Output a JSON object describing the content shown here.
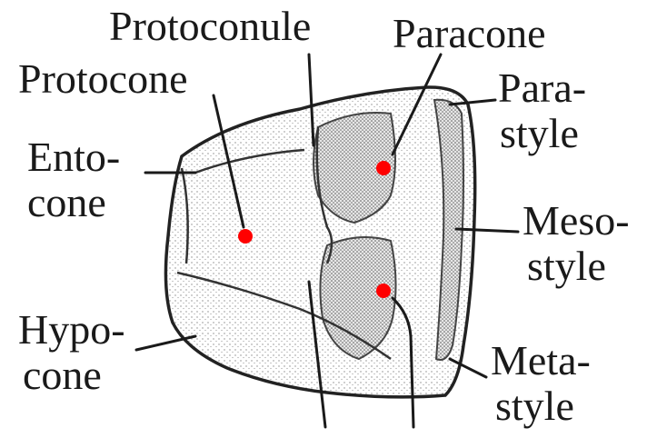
{
  "labels": {
    "protoconule": "Protoconule",
    "paracone": "Paracone",
    "protocone": "Protocone",
    "parastyle_1": "Para-",
    "parastyle_2": "style",
    "entocone_1": "Ento-",
    "entocone_2": "cone",
    "mesostyle_1": "Meso-",
    "mesostyle_2": "style",
    "hypocone_1": "Hypo-",
    "hypocone_2": "cone",
    "metastyle_1": "Meta-",
    "metastyle_2": "style"
  },
  "colors": {
    "marker": "#ff0000",
    "ink": "#1a1a1a"
  }
}
